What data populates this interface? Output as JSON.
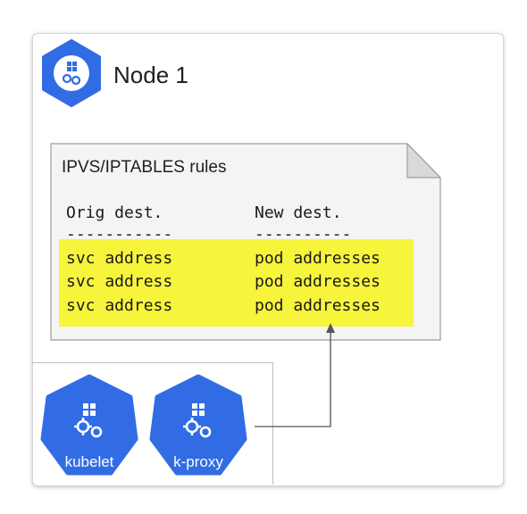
{
  "node": {
    "title": "Node 1"
  },
  "rules": {
    "title": "IPVS/IPTABLES rules",
    "header": {
      "orig": "Orig dest.",
      "new": "New dest."
    },
    "separator": {
      "orig": "-----------",
      "new": "----------"
    },
    "rows": [
      {
        "orig": "svc address",
        "new": "pod addresses"
      },
      {
        "orig": "svc address",
        "new": "pod addresses"
      },
      {
        "orig": "svc address",
        "new": "pod addresses"
      }
    ]
  },
  "agents": [
    {
      "label": "kubelet",
      "icon": "cube-gears-icon"
    },
    {
      "label": "k-proxy",
      "icon": "cube-gears-icon"
    }
  ],
  "colors": {
    "k8s_blue": "#326ce5",
    "highlight": "#f7f43c",
    "doc_fill": "#f4f4f4",
    "connector": "#555555"
  }
}
